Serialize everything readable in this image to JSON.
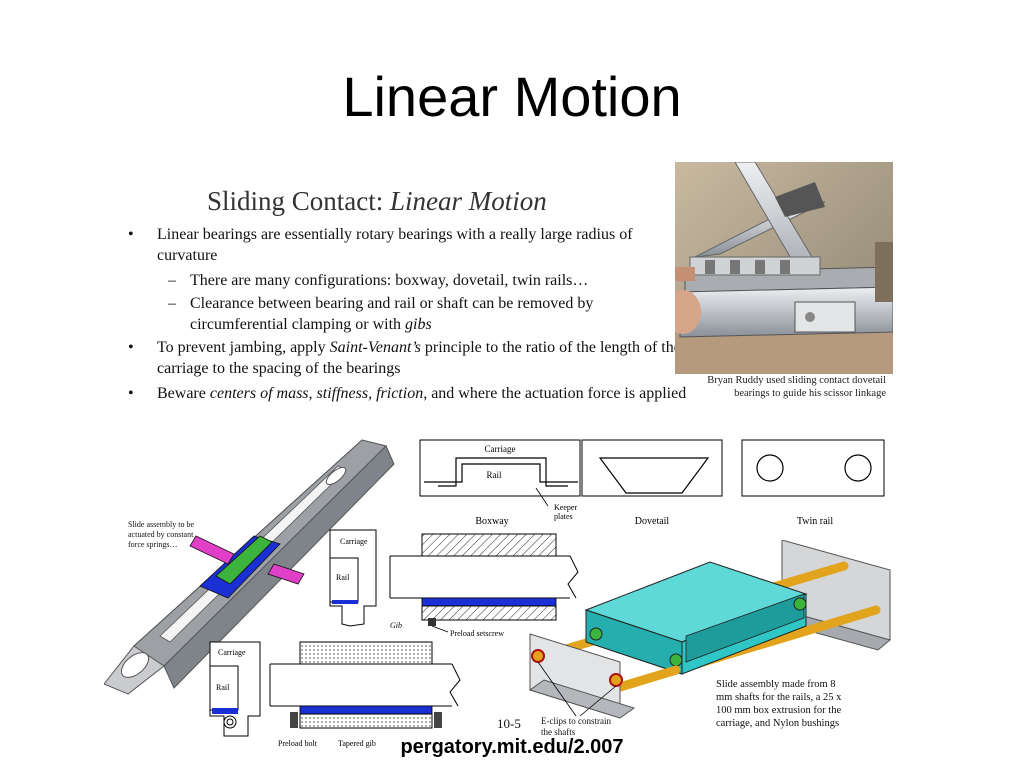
{
  "slide": {
    "title": "Linear Motion",
    "footer_url": "pergatory.mit.edu/2.007"
  },
  "panel": {
    "title_plain": "Sliding Contact: ",
    "title_italic": "Linear Motion",
    "bullets": [
      {
        "level": 1,
        "parts": [
          {
            "t": "Linear bearings are essentially rotary bearings with a really large radius of curvature"
          }
        ]
      },
      {
        "level": 2,
        "parts": [
          {
            "t": "There are many configurations: boxway, dovetail, twin rails…"
          }
        ]
      },
      {
        "level": 2,
        "parts": [
          {
            "t": "Clearance between bearing and rail or shaft can be removed by circumferential clamping or with "
          },
          {
            "t": "gibs",
            "i": true
          }
        ]
      },
      {
        "level": 1,
        "parts": [
          {
            "t": "To prevent jambing, apply "
          },
          {
            "t": "Saint-Venant’s",
            "i": true
          },
          {
            "t": " principle to the ratio of the length of the carriage to the spacing of the bearings"
          }
        ]
      },
      {
        "level": 1,
        "parts": [
          {
            "t": "Beware "
          },
          {
            "t": "centers of mass, stiffness, friction",
            "i": true
          },
          {
            "t": ", and where the actuation force is applied"
          }
        ]
      }
    ],
    "page_number": "10-5"
  },
  "photo": {
    "caption_line1": "Bryan Ruddy used sliding contact dovetail",
    "caption_line2": "bearings to guide his scissor linkage"
  },
  "configs": {
    "carriage": "Carriage",
    "rail": "Rail",
    "keeper_line1": "Keeper",
    "keeper_line2": "plates",
    "boxway": "Boxway",
    "dovetail": "Dovetail",
    "twin_rail": "Twin rail"
  },
  "slide_assembly": {
    "note_line1": "Slide assembly to be",
    "note_line2": "actuated by constant",
    "note_line3": "force springs…"
  },
  "gib_figures": {
    "carriage": "Carriage",
    "rail": "Rail",
    "gib": "Gib",
    "preload_setscrew": "Preload setscrew",
    "preload_bolt": "Preload bolt",
    "tapered_gib": "Tapered gib"
  },
  "shaft_assembly": {
    "eclips_line1": "E-clips to constrain",
    "eclips_line2": "the shafts",
    "desc_line1": "Slide assembly made from 8",
    "desc_line2": "mm shafts for the rails, a 25 x",
    "desc_line3": "100 mm box extrusion for the",
    "desc_line4": "carriage, and Nylon bushings"
  },
  "colors": {
    "carriage_cyan": "#2fc6c6",
    "rod_gold": "#e2a41c",
    "bearing_blue": "#1a2fd4",
    "magenta": "#e040c8",
    "green": "#3cb33c"
  }
}
